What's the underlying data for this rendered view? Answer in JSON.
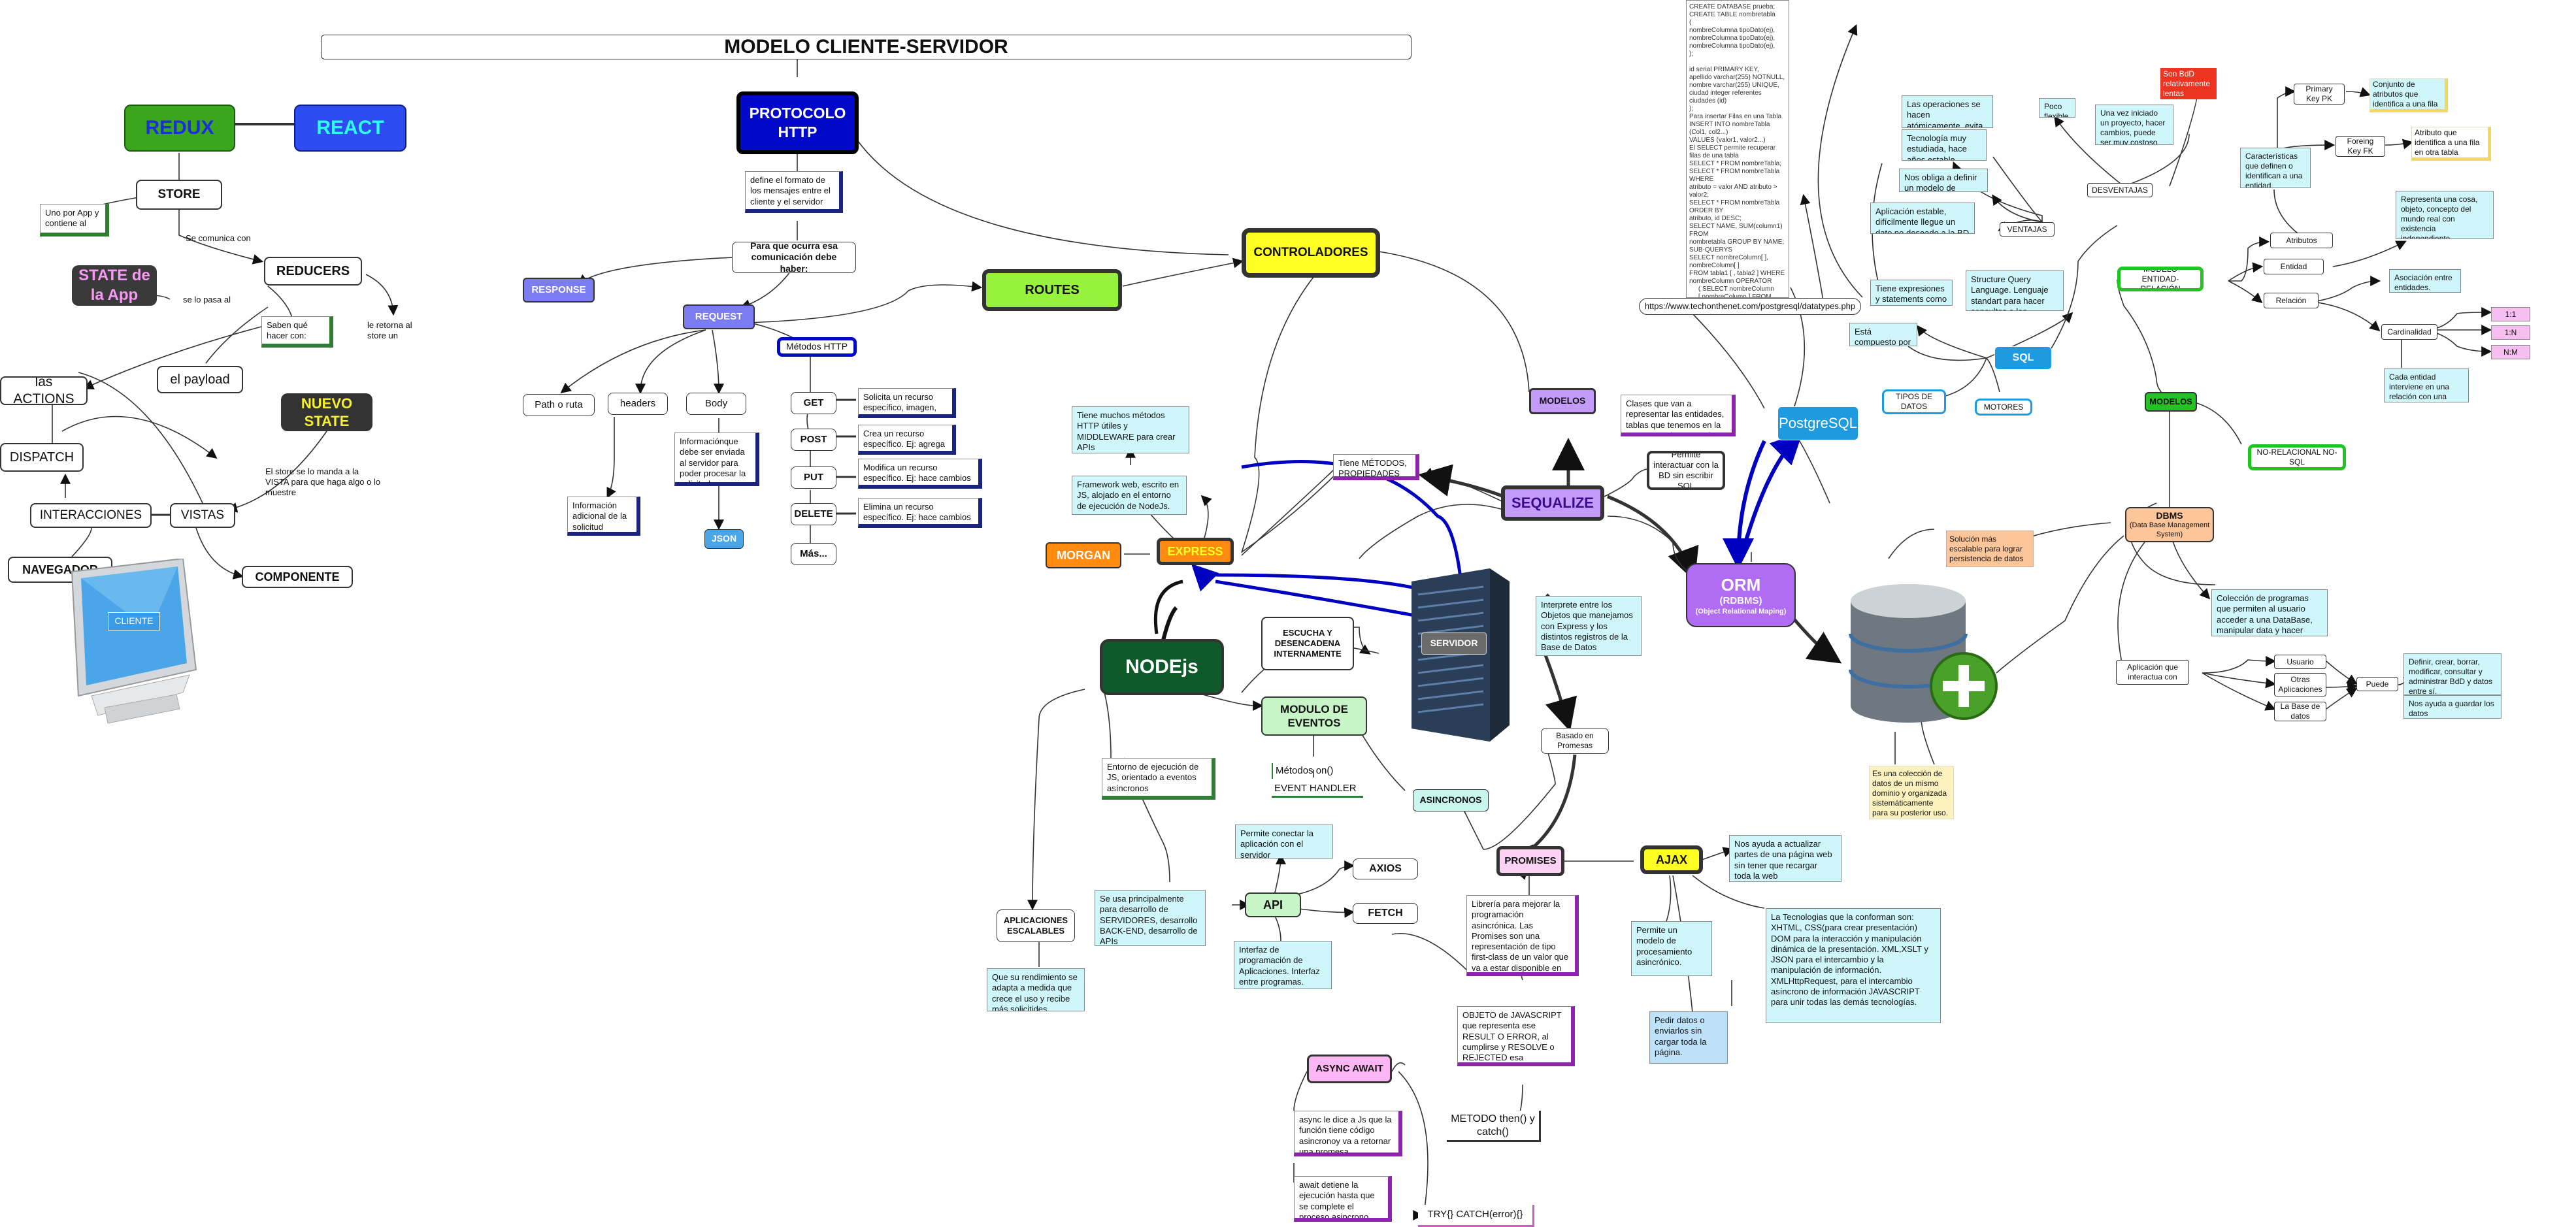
{
  "title": "MODELO CLIENTE-SERVIDOR",
  "left": {
    "redux": "REDUX",
    "react": "REACT",
    "store": "STORE",
    "store_note": "Uno por App y contiene al",
    "state_app": "STATE de la App",
    "se_comunica": "Se comunica con",
    "reducers": "REDUCERS",
    "se_lo_pasa": "se lo pasa al",
    "saben_que": "Saben qué hacer con:",
    "lo_retorna": "le retorna al store un",
    "el_payload": "el payload",
    "las_actions": "las ACTIONS",
    "nuevo_state": "NUEVO STATE",
    "dispatch": "DISPATCH",
    "store_manda": "El store se lo manda a la VISTA para que haga algo o lo muestre",
    "interacciones": "INTERACCIONES",
    "vistas": "VISTAS",
    "navegador": "NAVEGADOR",
    "componente": "COMPONENTE",
    "cliente": "CLIENTE"
  },
  "http": {
    "protocolo": "PROTOCOLO HTTP",
    "define": "define el formato de los mensajes entre el cliente y el servidor",
    "para_que": "Para que ocurra esa comunicación debe haber:",
    "response": "RESPONSE",
    "request": "REQUEST",
    "metodos_http": "Métodos HTTP",
    "path": "Path o ruta",
    "headers": "headers",
    "body": "Body",
    "headers_info": "Información adicional de la solicitud",
    "body_info": "Informaciónque debe ser enviada al servidor para poder procesar la solicitud",
    "json": "JSON",
    "get": "GET",
    "post": "POST",
    "put": "PUT",
    "delete": "DELETE",
    "mas": "Más...",
    "get_desc": "Solicita un recurso específico, imagen, archivo, etc.",
    "post_desc": "Crea un recurso específico. Ej: agrega usuarios",
    "put_desc": "Modifica un recurso específico. Ej: hace cambios en la Base de Datos.",
    "delete_desc": "Elimina un recurso específico. Ej: hace cambios en la Base de Datos."
  },
  "server": {
    "routes": "ROUTES",
    "controladores": "CONTROLADORES",
    "modelos": "MODELOS",
    "modelos_desc": "Clases que van a representar las entidades, tablas que tenemos en la BD. Lo que hago en el",
    "tiene_metodos": "Tiene MÉTODOS, PROPIEDADES",
    "sequalize": "SEQUALIZE",
    "permite_interactuar": "Permite interactuar con la BD sin escribir SQL",
    "express": "EXPRESS",
    "morgan": "MORGAN",
    "tiene_muchos": "Tiene muchos métodos HTTP útiles y MIDDLEWARE para crear APIs",
    "framework": "Framework web, escrito en JS, alojado en el entorno de ejecución de NodeJs.",
    "nodejs": "NODEjs",
    "escucha": "ESCUCHA Y DESENCADENA INTERNAMENTE",
    "servidor": "SERVIDOR",
    "modulo_eventos": "MODULO DE EVENTOS",
    "metodos_on": "Métodos on()",
    "event_handler": "EVENT HANDLER",
    "entorno": "Entorno de ejecución de JS, orientado a eventos asíncronos",
    "asincronos": "ASINCRONOS",
    "aplicaciones": "APLICACIONES ESCALABLES",
    "rendimiento": "Que su rendimiento se adapta a medida que crece el uso y recibe más solicitides",
    "se_usa": "Se usa principalmente para desarrollo de SERVIDORES, desarrollo BACK-END, desarrollo de APIs",
    "api": "API",
    "permite_conectar": "Permite conectar la aplicación con el servidor",
    "axios": "AXIOS",
    "fetch": "FETCH",
    "interfaz": "Interfaz de programación de Aplicaciones. Interfaz entre programas.",
    "interprete": "Interprete entre los Objetos que manejamos con Express y los distintos registros de la Base de Datos",
    "basado": "Basado en Promesas",
    "promises": "PROMISES",
    "libreria": "Librería para mejorar la programación asincrónica. Las Promises son una representación de tipo first-class de un valor que va a estar disponible en el futuro.",
    "objeto_js": "OBJETO de JAVASCRIPT que representa ese RESULT O ERROR, al cumplirse y RESOLVE o REJECTED esa PROMESA.",
    "metodo_then": "METODO then() y catch()",
    "async_await": "ASYNC AWAIT",
    "async_desc": "async le dice a Js que la función tiene código asincronoy va a retornar una promesa.",
    "await_desc": "await detiene la ejecución hasta que se complete el proceso asincrono",
    "try_catch": "TRY{} CATCH(error){}",
    "ajax": "AJAX",
    "ajax_ayuda": "Nos ayuda a actualizar partes de una página web sin tener que recargar toda la web",
    "ajax_permite": "Permite un modelo de procesamiento asincrónico.",
    "ajax_pedir": "Pedir datos o enviarlos sin cargar toda la página.",
    "ajax_tecnologias": "La Tecnologias que la conforman son: XHTML, CSS(para crear presentación) DOM para la interacción y manipulación dinámica de la presentación. XML,XSLT y JSON para el intercambio y la manipulación de información. XMLHttpRequest, para el intercambio asíncrono de información JAVASCRIPT para unir todas las demás tecnologías."
  },
  "db": {
    "sql_code": "CREATE DATABASE prueba;\nCREATE TABLE nombretabla\n(\nnombreColumna tipoDato(ej),\nnombreColumna tipoDato(ej),\nnombreColumna tipoDato(ej),\n);\n\nid serial PRIMARY KEY,\napellido varchar(255) NOTNULL,\nnombre varchar(255) UNIQUE,\nciudad integer referentes ciudades (id)\n);\nPara insertar Filas en una Tabla\nINSERT INTO nombreTabla (Col1, col2...)\nVALUES (valor1, valor2...)\nEl SELECT permite recuperar filas de una tabla\nSELECT * FROM nombreTabla;\nSELECT * FROM nombreTabla WHERE\natributo = valor AND atributo > valor2;\nSELECT * FROM nombreTabla ORDER BY\natributo, id DESC;\nSELECT NAME, SUM(column1) FROM\nnombretabla GROUP BY NAME;\nSUB-QUERYS\nSELECT nombreColumn[ ], nombreColumn[ ]\nFROM tabla1 [ , tabla2 ] WHERE\nnombreColumn OPERATOR\n     ( SELECT nombreColumn\n     [ nombreColumn ] FROM tabla1 [ , tabla2 ]\n     [ WHERE ] )\nMETODOS\nUnir datos de tablas diferentes:\nSELECT * FROM nombreTabla JOIN\nnombreTabla2 ON tabla2.id = tabla1.ciudad;",
    "url": "https://www.techonthenet.com/postgresql/datatypes.php",
    "postgresql": "PostgreSQL",
    "orm": "ORM",
    "orm_sub": "(RDBMS)",
    "orm_sub2": "(Object Relational Maping)",
    "solucion": "Solución más escalable para lograr persistencia de datos",
    "coleccion": "Es una colección de datos de un mismo dominio y organizada sistemáticamente para su posterior uso.",
    "sql": "SQL",
    "tipos_datos": "TIPOS DE DATOS",
    "motores": "MOTORES",
    "tiene_expresiones": "Tiene expresiones y statements como JS",
    "structure_query": "Structure Query Language. Lenguaje standart para hacer consultas a las DataBase",
    "esta_compuesto": "Está compuesto por cláusulas",
    "ventajas": "VENTAJAS",
    "desventajas": "DESVENTAJAS",
    "v1": "Las operaciones se hacen atómicamente, evita los datos corruptos",
    "v2": "Tecnología muy estudiada, hace años estable",
    "v3": "Nos obliga a definir un modelo de antemano",
    "v4": "Aplicación estable, difícilmente llegue un dato no deseado a la BD",
    "poco_flexible": "Poco flexible",
    "son_bdd": "Son BdD relativamente lentas",
    "una_vez": "Una vez iniciado un proyecto, hacer cambios, puede ser muy costoso",
    "modelo_er": "MODELO ENTIDAD-RELACIÓN",
    "caracteristicas": "Características que definen o identifican a una entidad",
    "primary_key": "Primary Key PK",
    "foreign_key": "Foreing Key FK",
    "conjunto": "Conjunto de atributos que identifica a una fila",
    "atributo_fk": "Atributo que identifica a una fila en otra tabla",
    "atributos": "Atributos",
    "entidad": "Entidad",
    "representa": "Representa una cosa, objeto, concepto del mundo real con existencia independiente.",
    "relacion": "Relación",
    "asociacion": "Asociación entre entidades.",
    "cardinalidad": "Cardinalidad",
    "card_desc": "Cada entidad interviene en una relación con una determinada cardinalidad.",
    "c11": "1:1",
    "c1n": "1:N",
    "cnm": "N:M",
    "modelos": "MODELOS",
    "no_relacional": "NO-RELACIONAL NO-SQL",
    "dbms": "DBMS",
    "dbms_sub": "(Data Base Management System)",
    "coleccion_programas": "Colección de programas que permiten al usuario acceder a una DataBase, manipular data y hacer consultas.",
    "aplicacion_interactua": "Aplicación que interactua con",
    "usuario": "Usuario",
    "otras_apps": "Otras Aplicaciones",
    "la_base": "La Base de datos",
    "puede": "Puede",
    "definir": "Definir, crear, borrar, modificar, consultar y administrar BdD y datos entre sí.",
    "nos_ayuda": "Nos ayuda a guardar los datos"
  },
  "colors": {
    "redux": "#3aa61e",
    "react": "#2e4df0",
    "protocolo": "#0008c9",
    "routes": "#96f23c",
    "controladores": "#ffff22",
    "sequalize": "#c49bfa",
    "express": "#ff8a10",
    "morgan": "#ff8a10",
    "nodejs": "#0f5a2a",
    "orm": "#b06cf2",
    "postgresql": "#1e9be0",
    "sql": "#1e9be0",
    "ajax": "#ffff22",
    "promises": "#fbd2f3",
    "async": "#fbb6f3",
    "dbms": "#fcc59a",
    "nuevo_state": "#333333"
  }
}
